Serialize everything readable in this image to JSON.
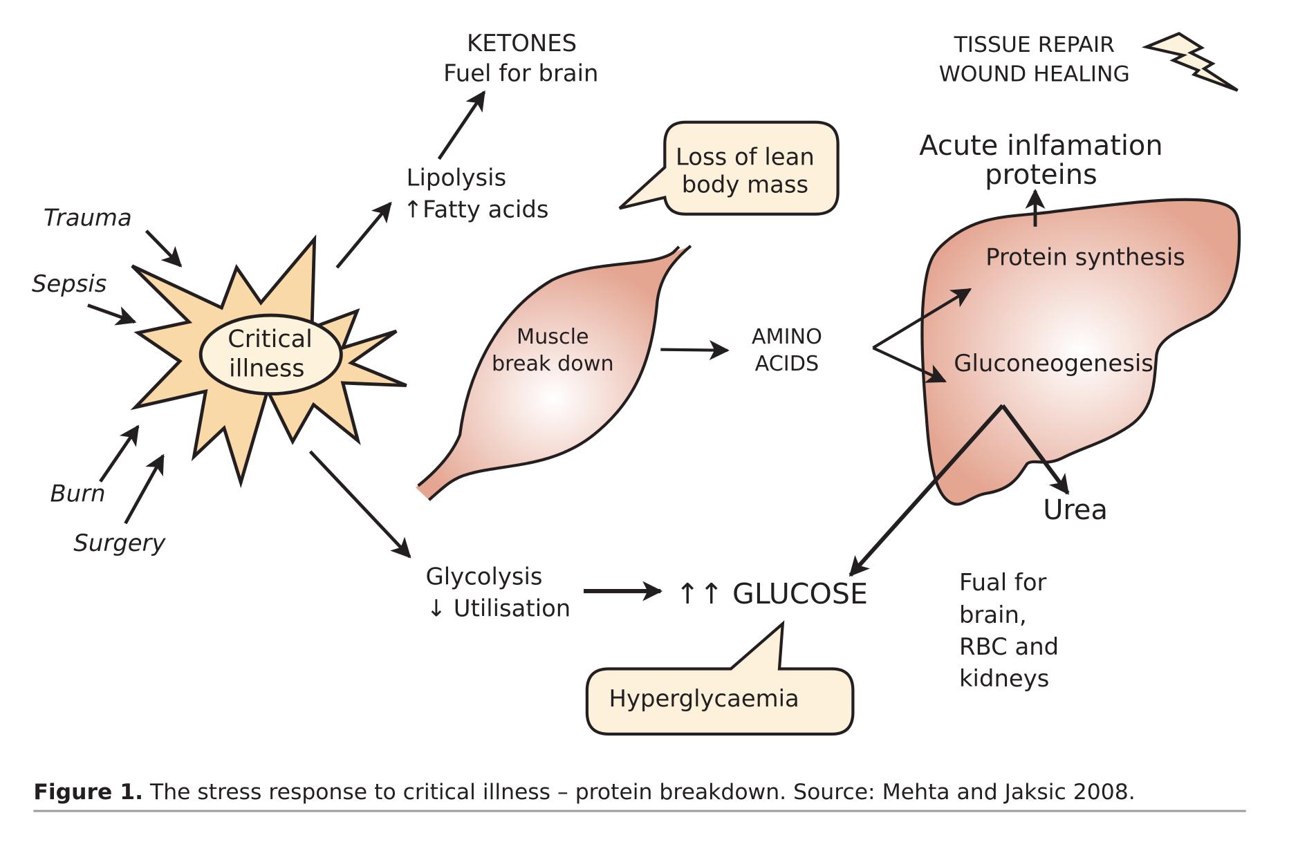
{
  "colors": {
    "ink": "#231f20",
    "star_fill": "#f9d9a8",
    "ellipse_fill": "#fdf2dc",
    "tissue_fill": "#e4a591",
    "tissue_highlight": "#ffffff",
    "callout_fill": "#fdf1dc",
    "rule": "#9b9b9b"
  },
  "triggers": {
    "trauma": "Trauma",
    "sepsis": "Sepsis",
    "burn": "Burn",
    "surgery": "Surgery"
  },
  "center": {
    "line1": "Critical",
    "line2": "illness"
  },
  "lipolysis": {
    "line1": "Lipolysis",
    "line2": "↑Fatty acids"
  },
  "ketones": {
    "line1": "KETONES",
    "line2": "Fuel for brain"
  },
  "callout_lean": {
    "line1": "Loss of lean",
    "line2": "body mass"
  },
  "muscle": {
    "line1": "Muscle",
    "line2": "break down"
  },
  "amino": {
    "line1": "AMINO",
    "line2": "ACIDS"
  },
  "tissue_repair": {
    "line1": "TISSUE REPAIR",
    "line2": "WOUND HEALING"
  },
  "acute": {
    "line1": "Acute inlfamation",
    "line2": "proteins"
  },
  "liver": {
    "protein_synthesis": "Protein synthesis",
    "gluconeogenesis": "Gluconeogenesis"
  },
  "urea": "Urea",
  "glycolysis": {
    "line1": "Glycolysis",
    "line2": "↓ Utilisation"
  },
  "glucose": "↑↑  GLUCOSE",
  "fuel": {
    "line1": "Fual for",
    "line2": "brain,",
    "line3": "RBC and",
    "line4": "kidneys"
  },
  "callout_hyper": "Hyperglycaemia",
  "caption": {
    "label": "Figure 1.",
    "text": " The stress response to critical illness – protein breakdown. Source: Mehta and Jaksic 2008."
  }
}
